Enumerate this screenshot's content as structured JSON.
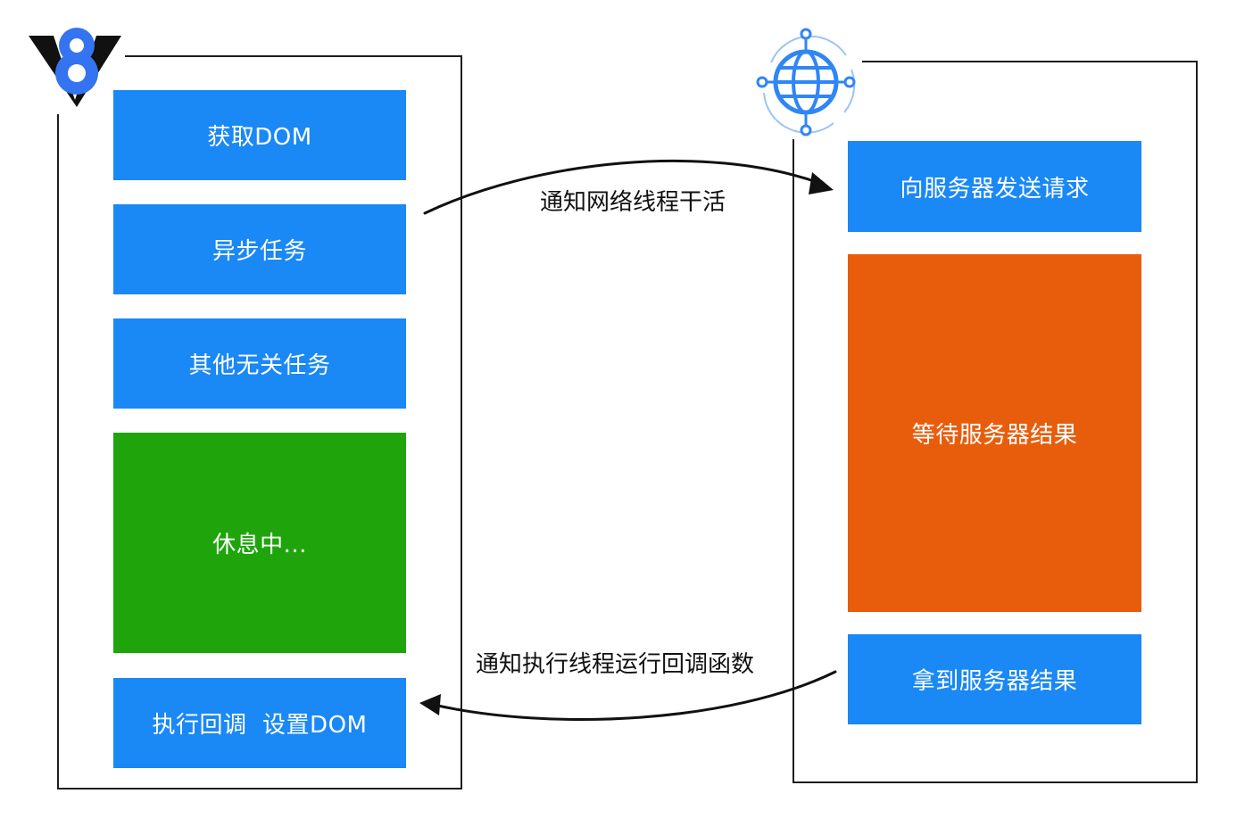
{
  "left_thread": {
    "boxes": [
      {
        "label": "获取DOM",
        "color": "#1a88f5"
      },
      {
        "label": "异步任务",
        "color": "#1a88f5"
      },
      {
        "label": "其他无关任务",
        "color": "#1a88f5"
      },
      {
        "label": "休息中...",
        "color": "#1fa40c"
      },
      {
        "label": "执行回调  设置DOM",
        "color": "#1a88f5"
      }
    ]
  },
  "right_thread": {
    "boxes": [
      {
        "label": "向服务器发送请求",
        "color": "#1a88f5"
      },
      {
        "label": "等待服务器结果",
        "color": "#e85d0c"
      },
      {
        "label": "拿到服务器结果",
        "color": "#1a88f5"
      }
    ]
  },
  "edges": {
    "notify_network": "通知网络线程干活",
    "notify_callback": "通知执行线程运行回调函数"
  },
  "icons": {
    "left": "v8-logo-icon",
    "right": "globe-network-icon"
  },
  "colors": {
    "blue": "#1a88f5",
    "green": "#1fa40c",
    "orange": "#e85d0c",
    "v8_logo": "#3574f0",
    "globe": "#2f86f6"
  }
}
